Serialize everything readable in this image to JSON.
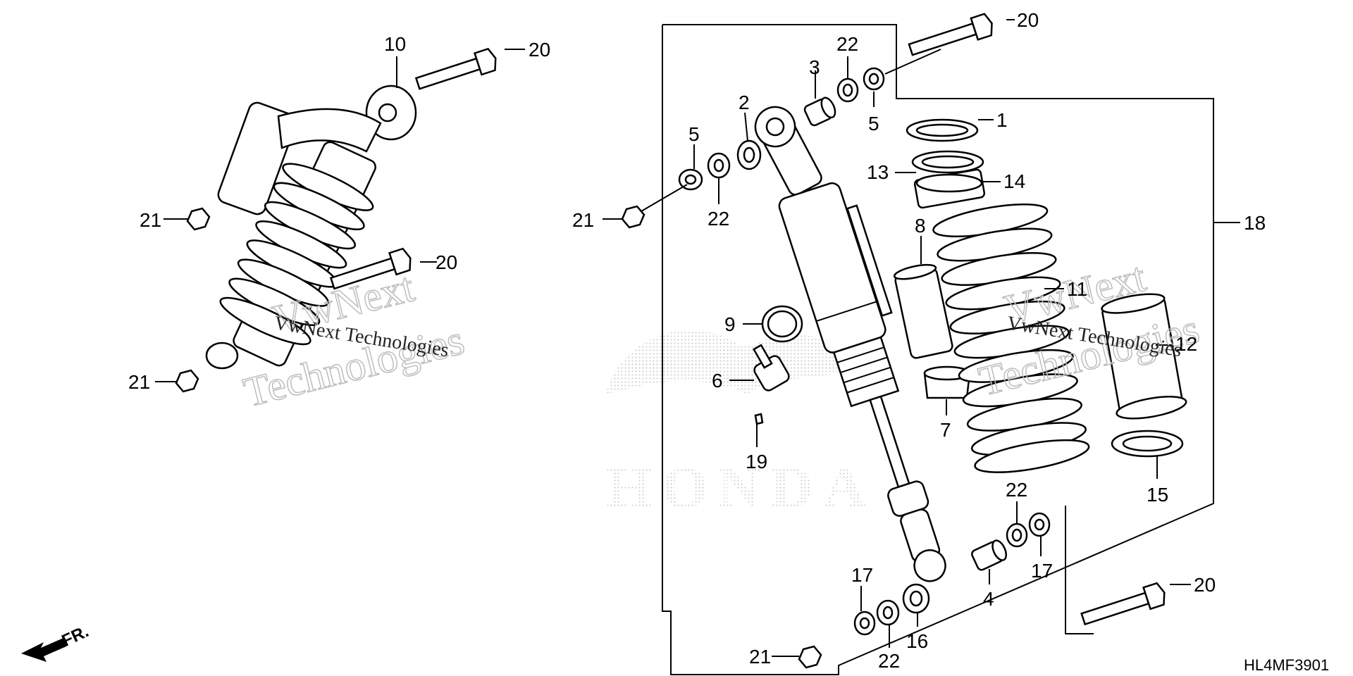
{
  "diagram_code": "HL4MF3901",
  "direction_label": "FR.",
  "brand_watermark": "HONDA",
  "watermarks": [
    {
      "line1": "VwNext",
      "line2": "Technologies",
      "line3": "VwNext Technologies"
    },
    {
      "line1": "VwNext",
      "line2": "Technologies",
      "line3": "VwNext Technologies"
    }
  ],
  "callouts": [
    {
      "id": "c-10a",
      "text": "10"
    },
    {
      "id": "c-20a",
      "text": "20"
    },
    {
      "id": "c-21a",
      "text": "21"
    },
    {
      "id": "c-20b",
      "text": "20"
    },
    {
      "id": "c-21b",
      "text": "21"
    },
    {
      "id": "c-20c",
      "text": "20"
    },
    {
      "id": "c-22a",
      "text": "22"
    },
    {
      "id": "c-3",
      "text": "3"
    },
    {
      "id": "c-2",
      "text": "2"
    },
    {
      "id": "c-5a",
      "text": "5"
    },
    {
      "id": "c-5b",
      "text": "5"
    },
    {
      "id": "c-1",
      "text": "1"
    },
    {
      "id": "c-13",
      "text": "13"
    },
    {
      "id": "c-14",
      "text": "14"
    },
    {
      "id": "c-18",
      "text": "18"
    },
    {
      "id": "c-21c",
      "text": "21"
    },
    {
      "id": "c-22b",
      "text": "22"
    },
    {
      "id": "c-8",
      "text": "8"
    },
    {
      "id": "c-11",
      "text": "11"
    },
    {
      "id": "c-12",
      "text": "12"
    },
    {
      "id": "c-9",
      "text": "9"
    },
    {
      "id": "c-6",
      "text": "6"
    },
    {
      "id": "c-7",
      "text": "7"
    },
    {
      "id": "c-19",
      "text": "19"
    },
    {
      "id": "c-15",
      "text": "15"
    },
    {
      "id": "c-22c",
      "text": "22"
    },
    {
      "id": "c-17a",
      "text": "17"
    },
    {
      "id": "c-17b",
      "text": "17"
    },
    {
      "id": "c-4",
      "text": "4"
    },
    {
      "id": "c-20d",
      "text": "20"
    },
    {
      "id": "c-16",
      "text": "16"
    },
    {
      "id": "c-21d",
      "text": "21"
    },
    {
      "id": "c-22d",
      "text": "22"
    }
  ]
}
